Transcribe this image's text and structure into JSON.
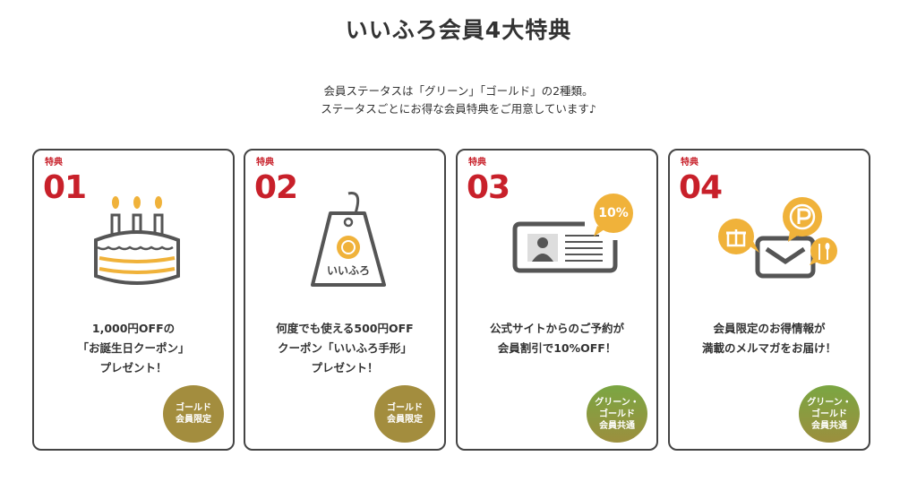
{
  "title": "いいふろ会員4大特典",
  "intro": [
    "会員ステータスは「グリーン」「ゴールド」の2種類。",
    "ステータスごとにお得な会員特典をご用意しています♪"
  ],
  "colors": {
    "red": "#c8202a",
    "gold": "#a38d3e",
    "green": "#7aa642",
    "orange": "#f0b23a"
  },
  "cards": [
    {
      "label": "特典",
      "num": "01",
      "icon": "birthday-cake-icon",
      "lines": [
        "1,000円OFFの",
        "「お誕生日クーポン」",
        "プレゼント！"
      ],
      "badge": [
        "ゴールド",
        "会員限定"
      ]
    },
    {
      "label": "特典",
      "num": "02",
      "icon": "coupon-tag-icon",
      "tag_text": "いいふろ",
      "lines": [
        "何度でも使える500円OFF",
        "クーポン「いいふろ手形」",
        "プレゼント！"
      ],
      "badge": [
        "ゴールド",
        "会員限定"
      ]
    },
    {
      "label": "特典",
      "num": "03",
      "icon": "member-card-icon",
      "bubble": "10%",
      "lines": [
        "公式サイトからのご予約が",
        "会員割引で10%OFF！"
      ],
      "badge": [
        "グリーン・",
        "ゴールド",
        "会員共通"
      ]
    },
    {
      "label": "特典",
      "num": "04",
      "icon": "mail-magazine-icon",
      "lines": [
        "会員限定のお得情報が",
        "満載のメルマガをお届け！"
      ],
      "badge": [
        "グリーン・",
        "ゴールド",
        "会員共通"
      ]
    }
  ]
}
